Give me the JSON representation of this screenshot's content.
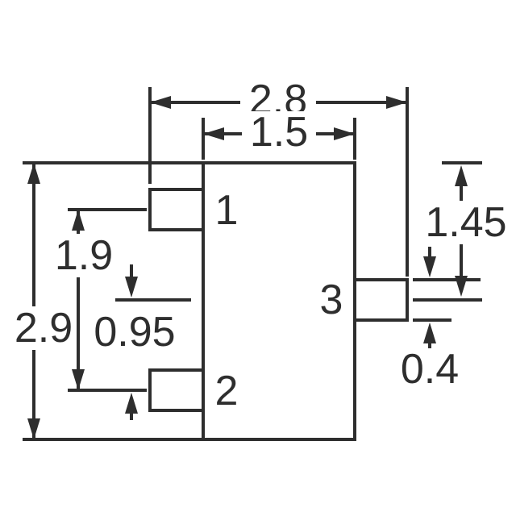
{
  "drawing": {
    "background_color": "#ffffff",
    "line_color": "#2e2e2e",
    "dimensions": {
      "overall_width": "2.8",
      "body_width": "1.5",
      "body_height": "2.9",
      "pin1_to_pin2_pitch": "1.9",
      "half_pitch": "0.95",
      "body_top_to_pin3_center": "1.45",
      "pin3_width": "0.4"
    },
    "pins": [
      {
        "number": "1"
      },
      {
        "number": "2"
      },
      {
        "number": "3"
      }
    ]
  }
}
